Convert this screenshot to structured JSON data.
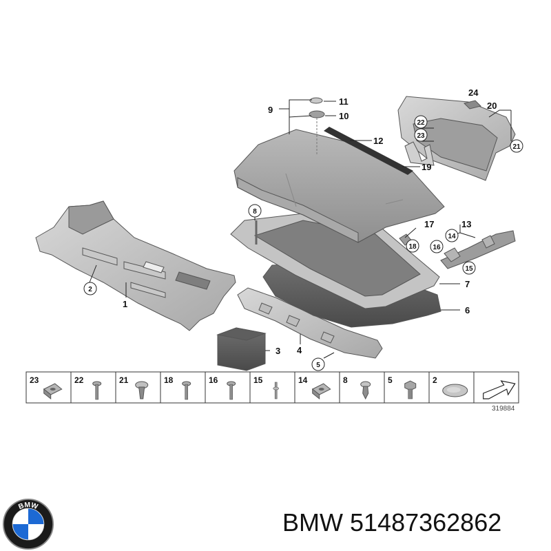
{
  "diagram_number": "319884",
  "brand": "BMW",
  "part_number": "51487362862",
  "logo_letters": "BMW",
  "callouts": {
    "c1": "1",
    "c2": "2",
    "c3": "3",
    "c4": "4",
    "c5": "5",
    "c6": "6",
    "c7": "7",
    "c8": "8",
    "c9": "9",
    "c10": "10",
    "c11": "11",
    "c12": "12",
    "c13": "13",
    "c14": "14",
    "c15": "15",
    "c16": "16",
    "c17": "17",
    "c18": "18",
    "c19": "19",
    "c20": "20",
    "c21": "21",
    "c22": "22",
    "c23": "23",
    "c24": "24"
  },
  "fastener_strip": {
    "cells": [
      {
        "label": "23",
        "icon": "clip-nut-icon"
      },
      {
        "label": "22",
        "icon": "screw-icon"
      },
      {
        "label": "21",
        "icon": "expansion-rivet-icon"
      },
      {
        "label": "18",
        "icon": "screw-icon"
      },
      {
        "label": "16",
        "icon": "screw-icon"
      },
      {
        "label": "15",
        "icon": "pin-icon"
      },
      {
        "label": "14",
        "icon": "clip-nut-icon"
      },
      {
        "label": "8",
        "icon": "push-clip-icon"
      },
      {
        "label": "5",
        "icon": "hex-bolt-icon"
      },
      {
        "label": "2",
        "icon": "cap-disc-icon"
      },
      {
        "label": "",
        "icon": "arrow-icon"
      }
    ]
  }
}
